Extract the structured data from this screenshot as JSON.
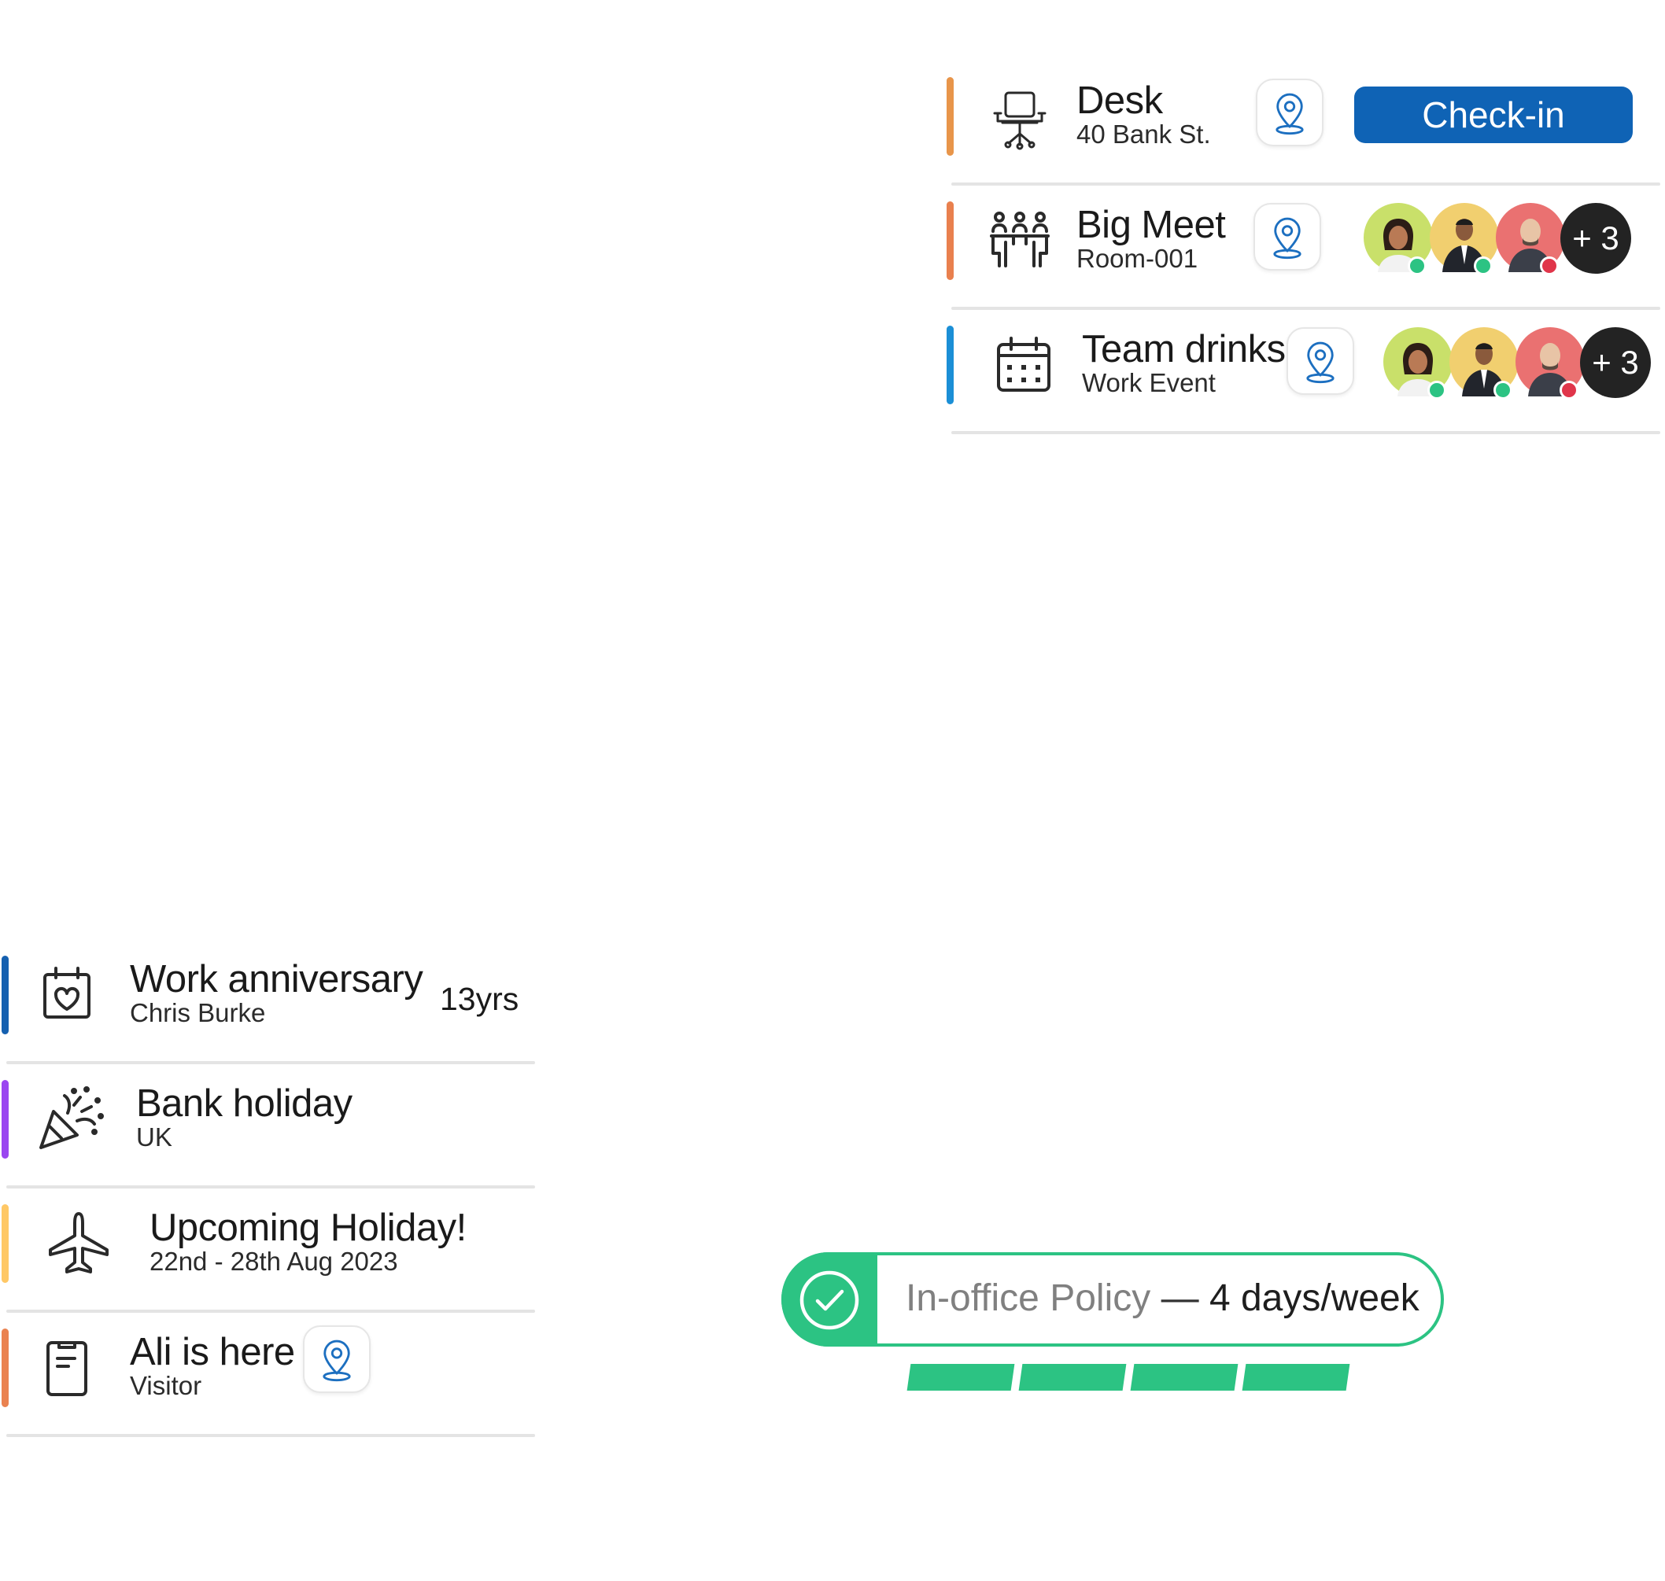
{
  "colors": {
    "desk_bar": "#e8954a",
    "meeting_bar": "#e9804e",
    "event_bar": "#1b8fd6",
    "anniversary_bar": "#1560b0",
    "bank_holiday_bar": "#9a46f0",
    "holiday_bar": "#ffc866",
    "visitor_bar": "#ea8250",
    "checkin_button": "#0f63b5",
    "policy_green": "#2cc383",
    "status_accepted": "#2cc383",
    "status_declined": "#e0354a"
  },
  "bookings": [
    {
      "icon": "office-chair-icon",
      "title": "Desk",
      "subtitle": "40 Bank St.",
      "action_label": "Check-in"
    },
    {
      "icon": "meeting-people-icon",
      "title": "Big Meet",
      "subtitle": "Room-001",
      "attendees": [
        {
          "avatar": "avatar-woman",
          "status": "accepted"
        },
        {
          "avatar": "avatar-man-suit",
          "status": "accepted"
        },
        {
          "avatar": "avatar-man-bald",
          "status": "declined"
        }
      ],
      "more_label": "+ 3"
    },
    {
      "icon": "calendar-icon",
      "title": "Team drinks",
      "subtitle": "Work Event",
      "attendees": [
        {
          "avatar": "avatar-woman",
          "status": "accepted"
        },
        {
          "avatar": "avatar-man-suit",
          "status": "accepted"
        },
        {
          "avatar": "avatar-man-bald",
          "status": "declined"
        }
      ],
      "more_label": "+ 3"
    }
  ],
  "notices": [
    {
      "icon": "calendar-heart-icon",
      "title": "Work anniversary",
      "subtitle": "Chris Burke",
      "badge": "13yrs"
    },
    {
      "icon": "party-popper-icon",
      "title": "Bank holiday",
      "subtitle": "UK"
    },
    {
      "icon": "airplane-icon",
      "title": "Upcoming Holiday!",
      "subtitle": "22nd - 28th Aug 2023"
    },
    {
      "icon": "clipboard-icon",
      "title": "Ali is here",
      "subtitle": "Visitor"
    }
  ],
  "policy": {
    "label": "In-office Policy",
    "separator": "—",
    "value": "4 days/week",
    "days_required": 4
  }
}
